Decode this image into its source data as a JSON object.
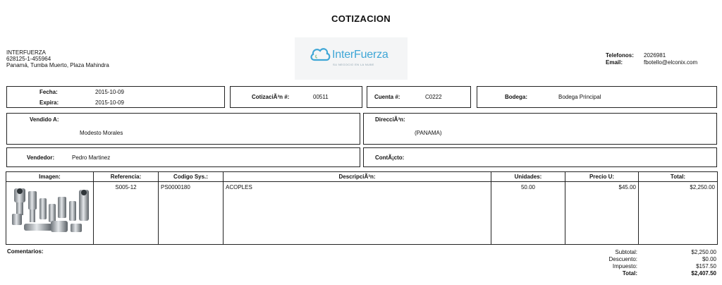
{
  "title": "COTIZACION",
  "company": {
    "name": "INTERFUERZA",
    "id": "628125-1-455964",
    "address": "Panamá, Tumba Muerto, Plaza Mahindra"
  },
  "logo": {
    "brand": "InterFuerza",
    "tagline": "SU NEGOCIO EN LA NUBE"
  },
  "contact": {
    "phone_label": "Telefonos:",
    "phone": "2026981",
    "email_label": "Email:",
    "email": "fbotello@elconix.com"
  },
  "dates": {
    "fecha_label": "Fecha:",
    "fecha": "2015-10-09",
    "expira_label": "Expira:",
    "expira": "2015-10-09"
  },
  "quote": {
    "label": "CotizaciÃ³n #:",
    "value": "00511"
  },
  "account": {
    "label": "Cuenta #:",
    "value": "C0222"
  },
  "warehouse": {
    "label": "Bodega:",
    "value": "Bodega Principal"
  },
  "sold_to": {
    "label": "Vendido A:",
    "value": "Modesto Morales"
  },
  "address": {
    "label": "DirecciÃ³n:",
    "value": "(PANAMA)"
  },
  "seller": {
    "label": "Vendedor:",
    "value": "Pedro Martinez"
  },
  "contact_field": {
    "label": "ContÃ¡cto:",
    "value": ""
  },
  "table": {
    "headers": [
      "Imagen:",
      "Referencia:",
      "Codigo Sys.:",
      "DescripciÃ³n:",
      "Unidades:",
      "Precio U:",
      "Total:"
    ],
    "rows": [
      {
        "ref": "S005-12",
        "code": "PS0000180",
        "desc": "ACOPLES",
        "units": "50.00",
        "price": "$45.00",
        "total": "$2,250.00"
      }
    ]
  },
  "comments_label": "Comentarios:",
  "totals": {
    "subtotal_label": "Subtotal:",
    "subtotal": "$2,250.00",
    "discount_label": "Descuento:",
    "discount": "$0.00",
    "tax_label": "Impuesto:",
    "tax": "$157.50",
    "total_label": "Total:",
    "total": "$2,407.50"
  },
  "colors": {
    "logo_blue": "#3ea6d6",
    "border": "#222222"
  }
}
